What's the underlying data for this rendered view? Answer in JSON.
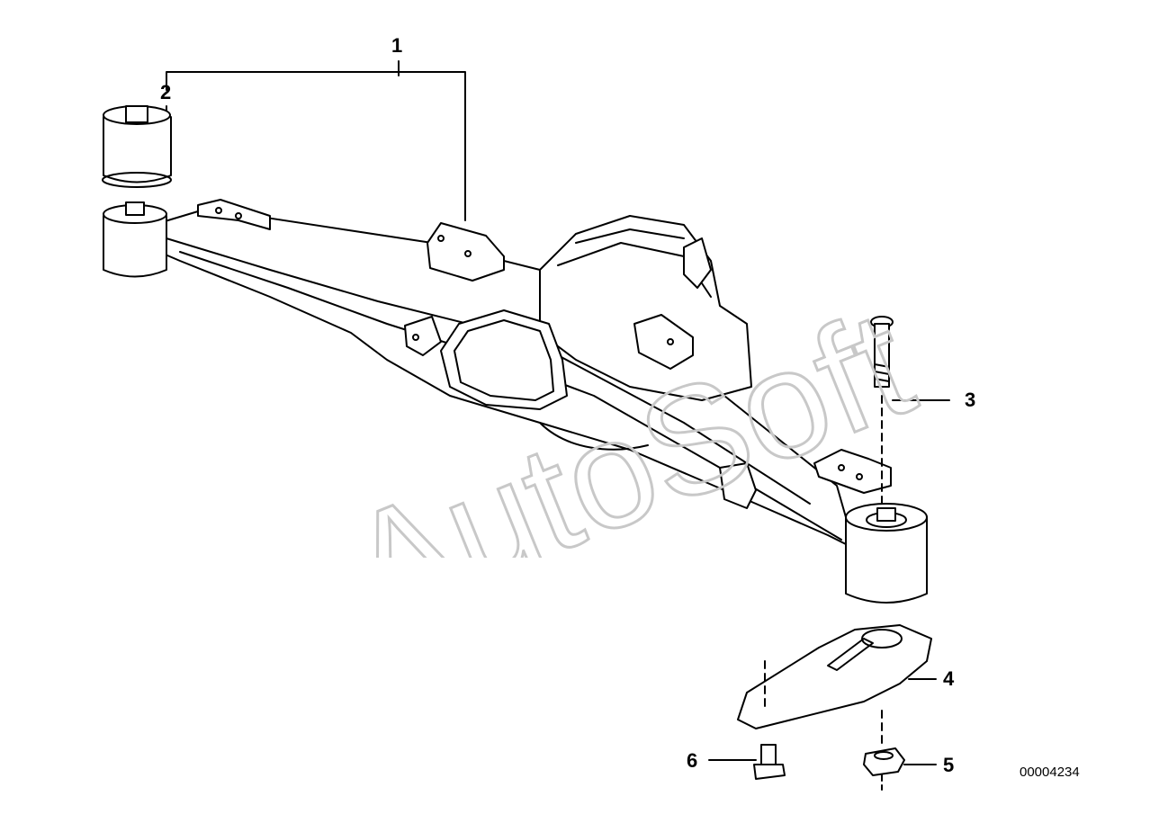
{
  "diagram": {
    "callouts": [
      "1",
      "2",
      "3",
      "4",
      "5",
      "6"
    ],
    "diagram_id": "00004234",
    "watermark": "AutoSoft"
  },
  "colors": {
    "ink": "#000000",
    "paper": "#ffffff",
    "watermark": "#c8c8c8"
  }
}
